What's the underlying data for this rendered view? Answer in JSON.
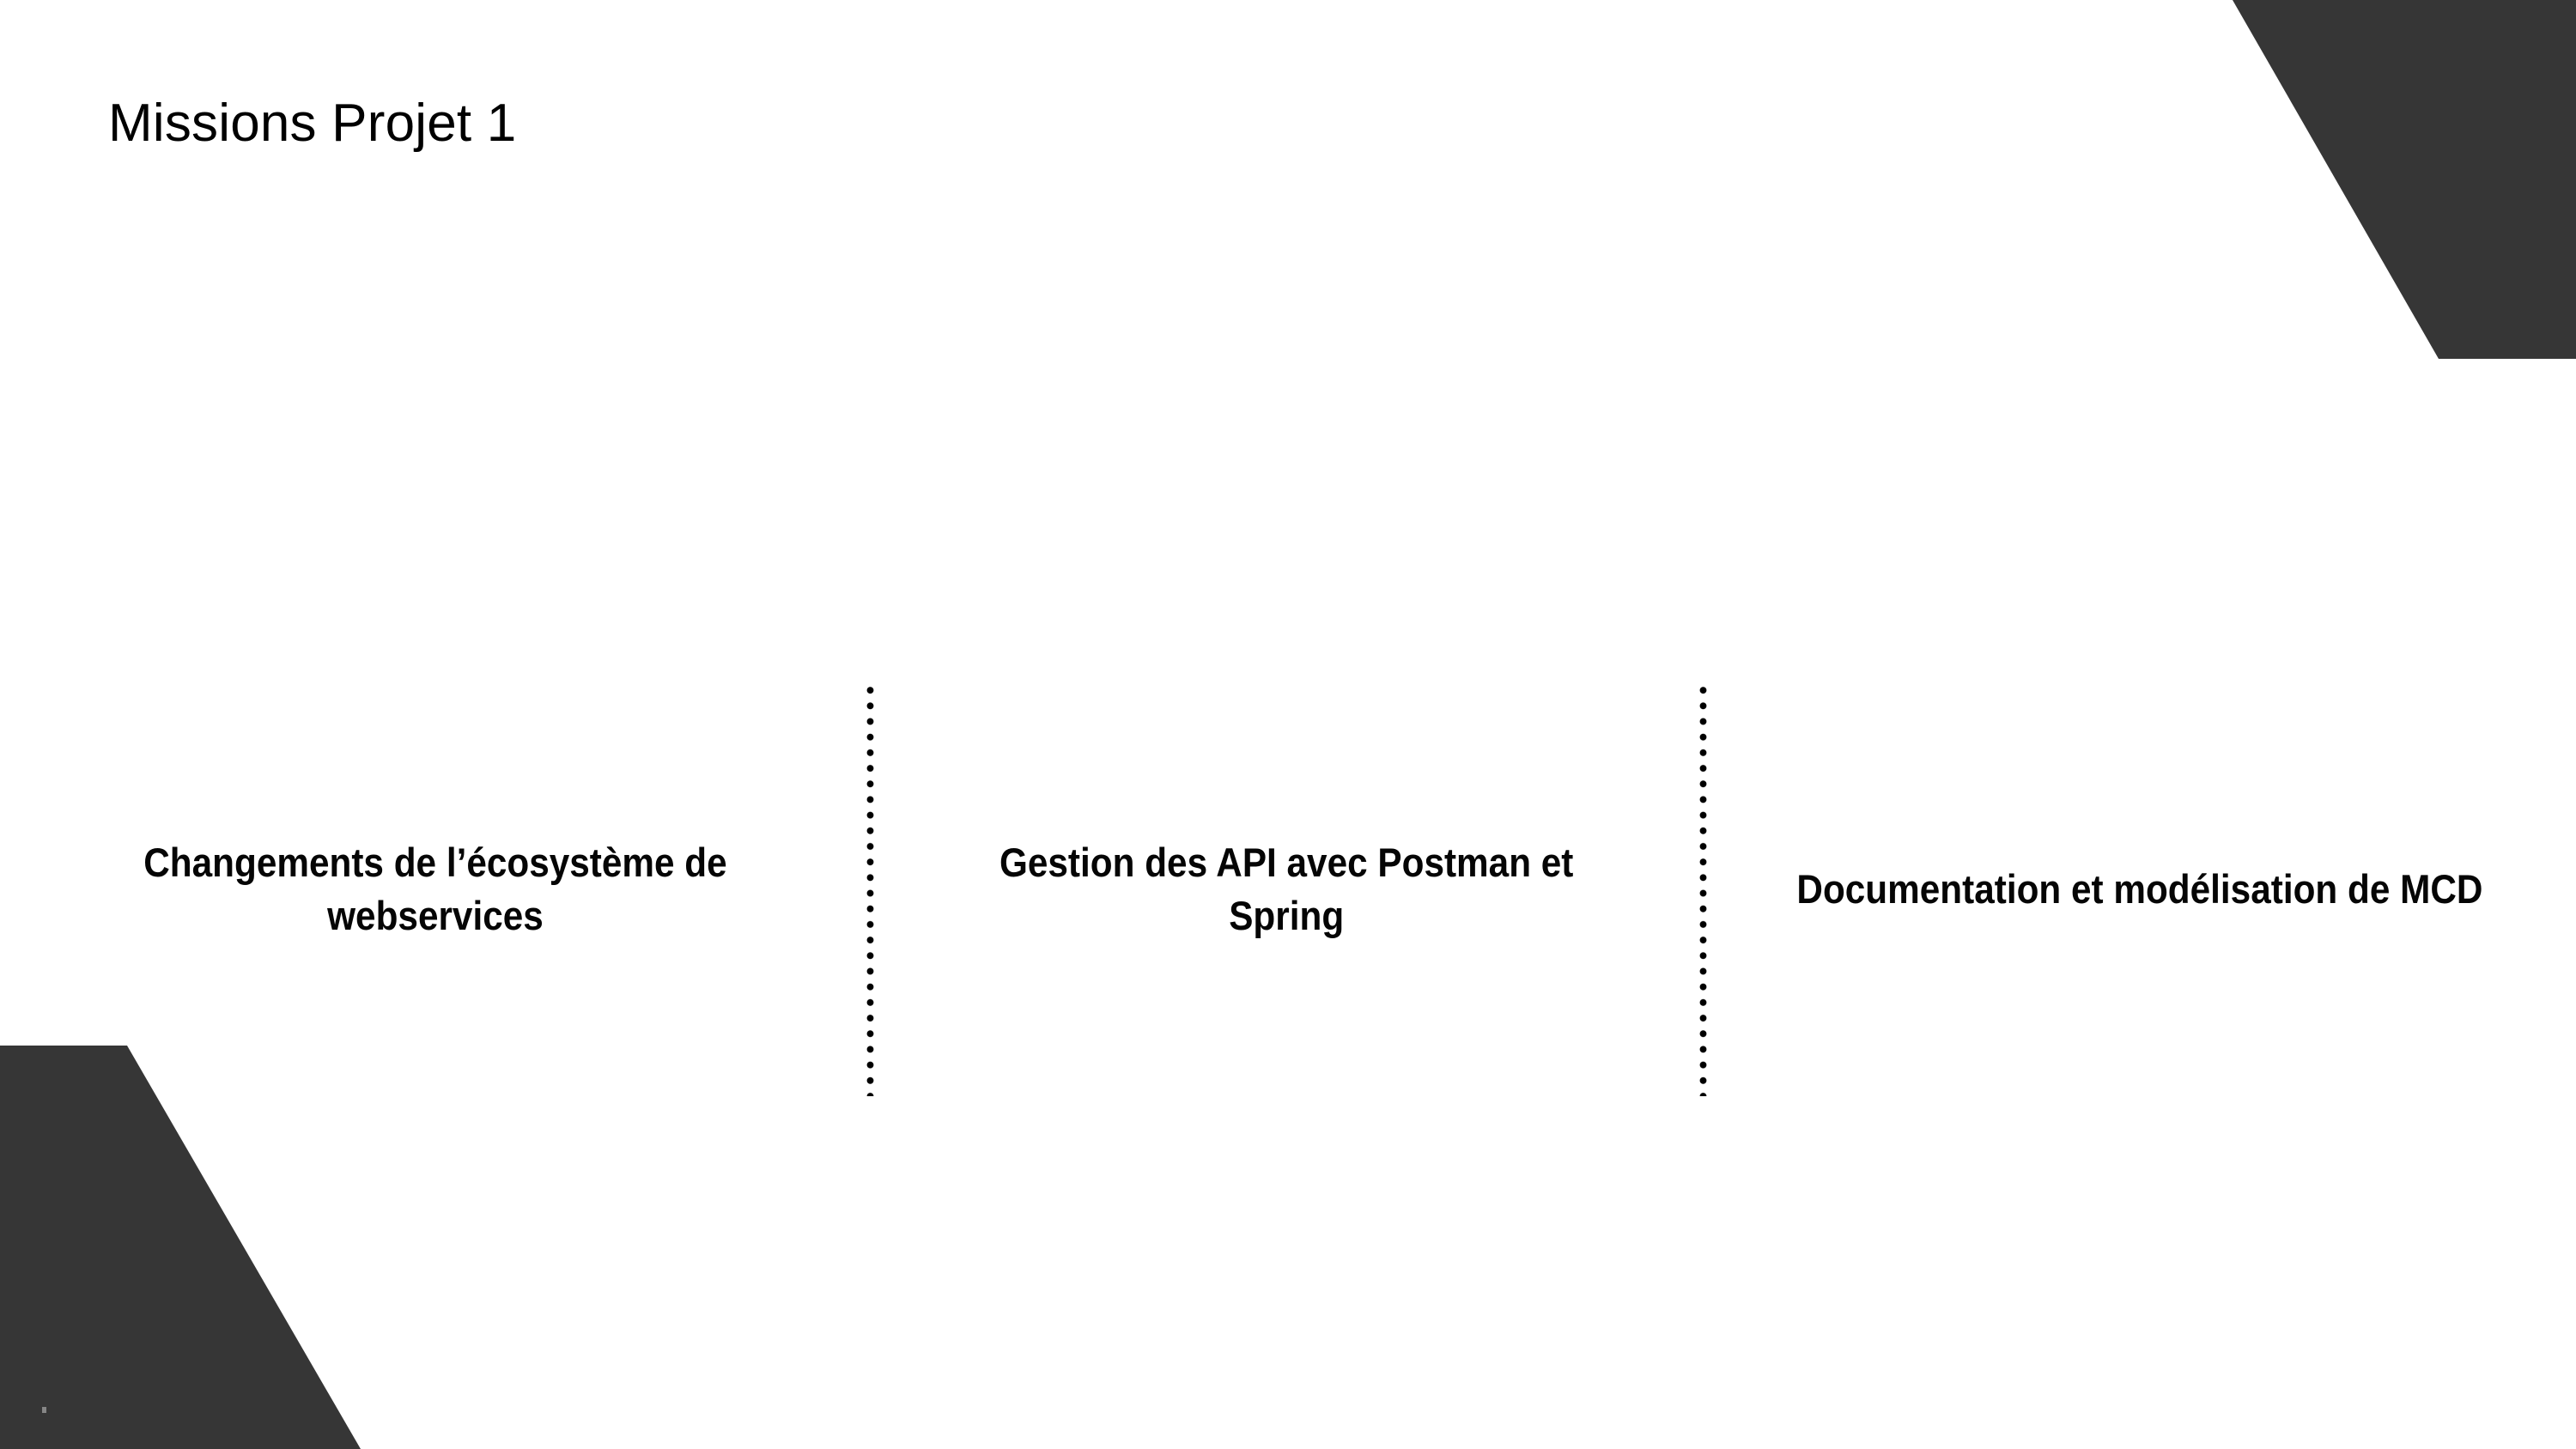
{
  "slide": {
    "title": "Missions Projet 1",
    "background_color": "#ffffff",
    "text_color": "#050505",
    "accent_color": "#363636",
    "columns": [
      {
        "text": "Changements de l’écosystème de webservices"
      },
      {
        "text": "Gestion des API avec Postman et Spring"
      },
      {
        "text": "Documentation et modélisation de MCD"
      }
    ],
    "dividers": [
      {
        "style": "dotted-vertical"
      },
      {
        "style": "dotted-vertical"
      }
    ],
    "decorations": [
      {
        "name": "top-right-trapezoid",
        "color": "#363636"
      },
      {
        "name": "bottom-left-trapezoid",
        "color": "#363636"
      }
    ]
  }
}
